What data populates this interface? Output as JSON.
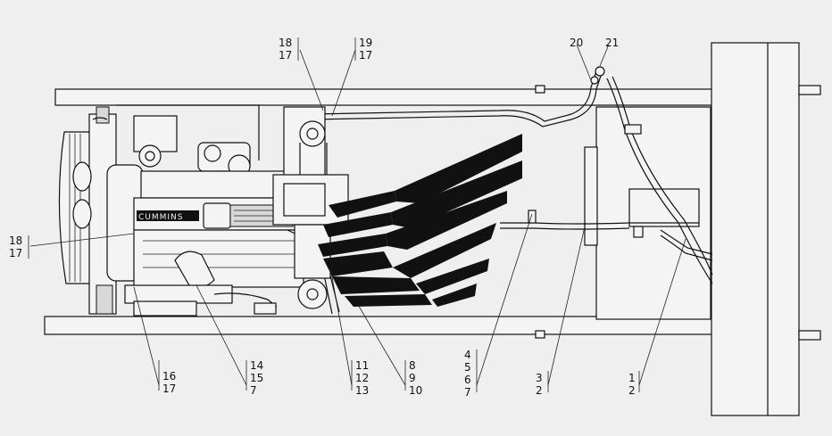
{
  "callouts": {
    "top_left": {
      "top": "18",
      "bottom": "17"
    },
    "top_mid": {
      "top": "19",
      "bottom": "17"
    },
    "top_right_a": "20",
    "top_right_b": "21",
    "left_side": {
      "top": "18",
      "bottom": "17"
    },
    "bottom_1": {
      "lines": [
        "16",
        "17"
      ]
    },
    "bottom_2": {
      "lines": [
        "14",
        "15",
        "7"
      ]
    },
    "bottom_3": {
      "lines": [
        "11",
        "12",
        "13"
      ]
    },
    "bottom_4": {
      "lines": [
        "8",
        "9",
        "10"
      ]
    },
    "bottom_5": {
      "lines": [
        "4",
        "5",
        "6",
        "7"
      ]
    },
    "bottom_6": {
      "lines": [
        "3",
        "2"
      ]
    },
    "bottom_7": {
      "lines": [
        "1",
        "2"
      ]
    }
  },
  "engine_brand": "CUMMINS",
  "colors": {
    "background": "#efefef",
    "ink": "#111111"
  }
}
